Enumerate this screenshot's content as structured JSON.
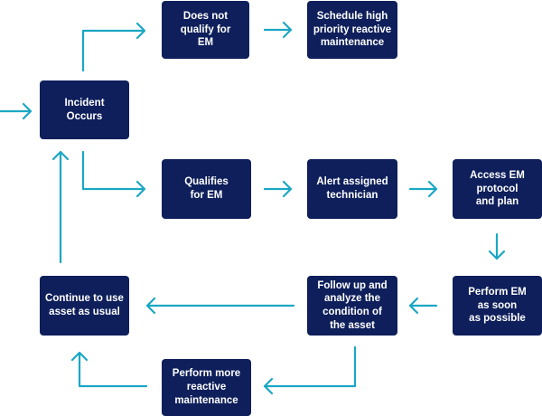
{
  "colors": {
    "node_fill": "#0e1f5b",
    "node_text": "#ffffff",
    "connector": "#1aa7c4"
  },
  "nodes": {
    "incident": "Incident\nOccurs",
    "not_qualify": "Does not\nqualify for\nEM",
    "schedule": "Schedule high\npriority reactive\nmaintenance",
    "qualifies": "Qualifies\nfor EM",
    "alert": "Alert assigned\ntechnician",
    "access": "Access EM\nprotocol\nand plan",
    "continue": "Continue to use\nasset as usual",
    "followup": "Follow up and\nanalyze the\ncondition of\nthe asset",
    "perform_em": "Perform EM\nas soon\nas possible",
    "perform_more": "Perform more\nreactive\nmaintenance"
  },
  "connections": [
    {
      "from": "entry",
      "to": "incident"
    },
    {
      "from": "incident",
      "to": "not_qualify"
    },
    {
      "from": "not_qualify",
      "to": "schedule"
    },
    {
      "from": "incident",
      "to": "qualifies"
    },
    {
      "from": "qualifies",
      "to": "alert"
    },
    {
      "from": "alert",
      "to": "access"
    },
    {
      "from": "access",
      "to": "perform_em"
    },
    {
      "from": "perform_em",
      "to": "followup"
    },
    {
      "from": "followup",
      "to": "continue"
    },
    {
      "from": "followup",
      "to": "perform_more"
    },
    {
      "from": "perform_more",
      "to": "continue"
    },
    {
      "from": "continue",
      "to": "incident"
    }
  ]
}
